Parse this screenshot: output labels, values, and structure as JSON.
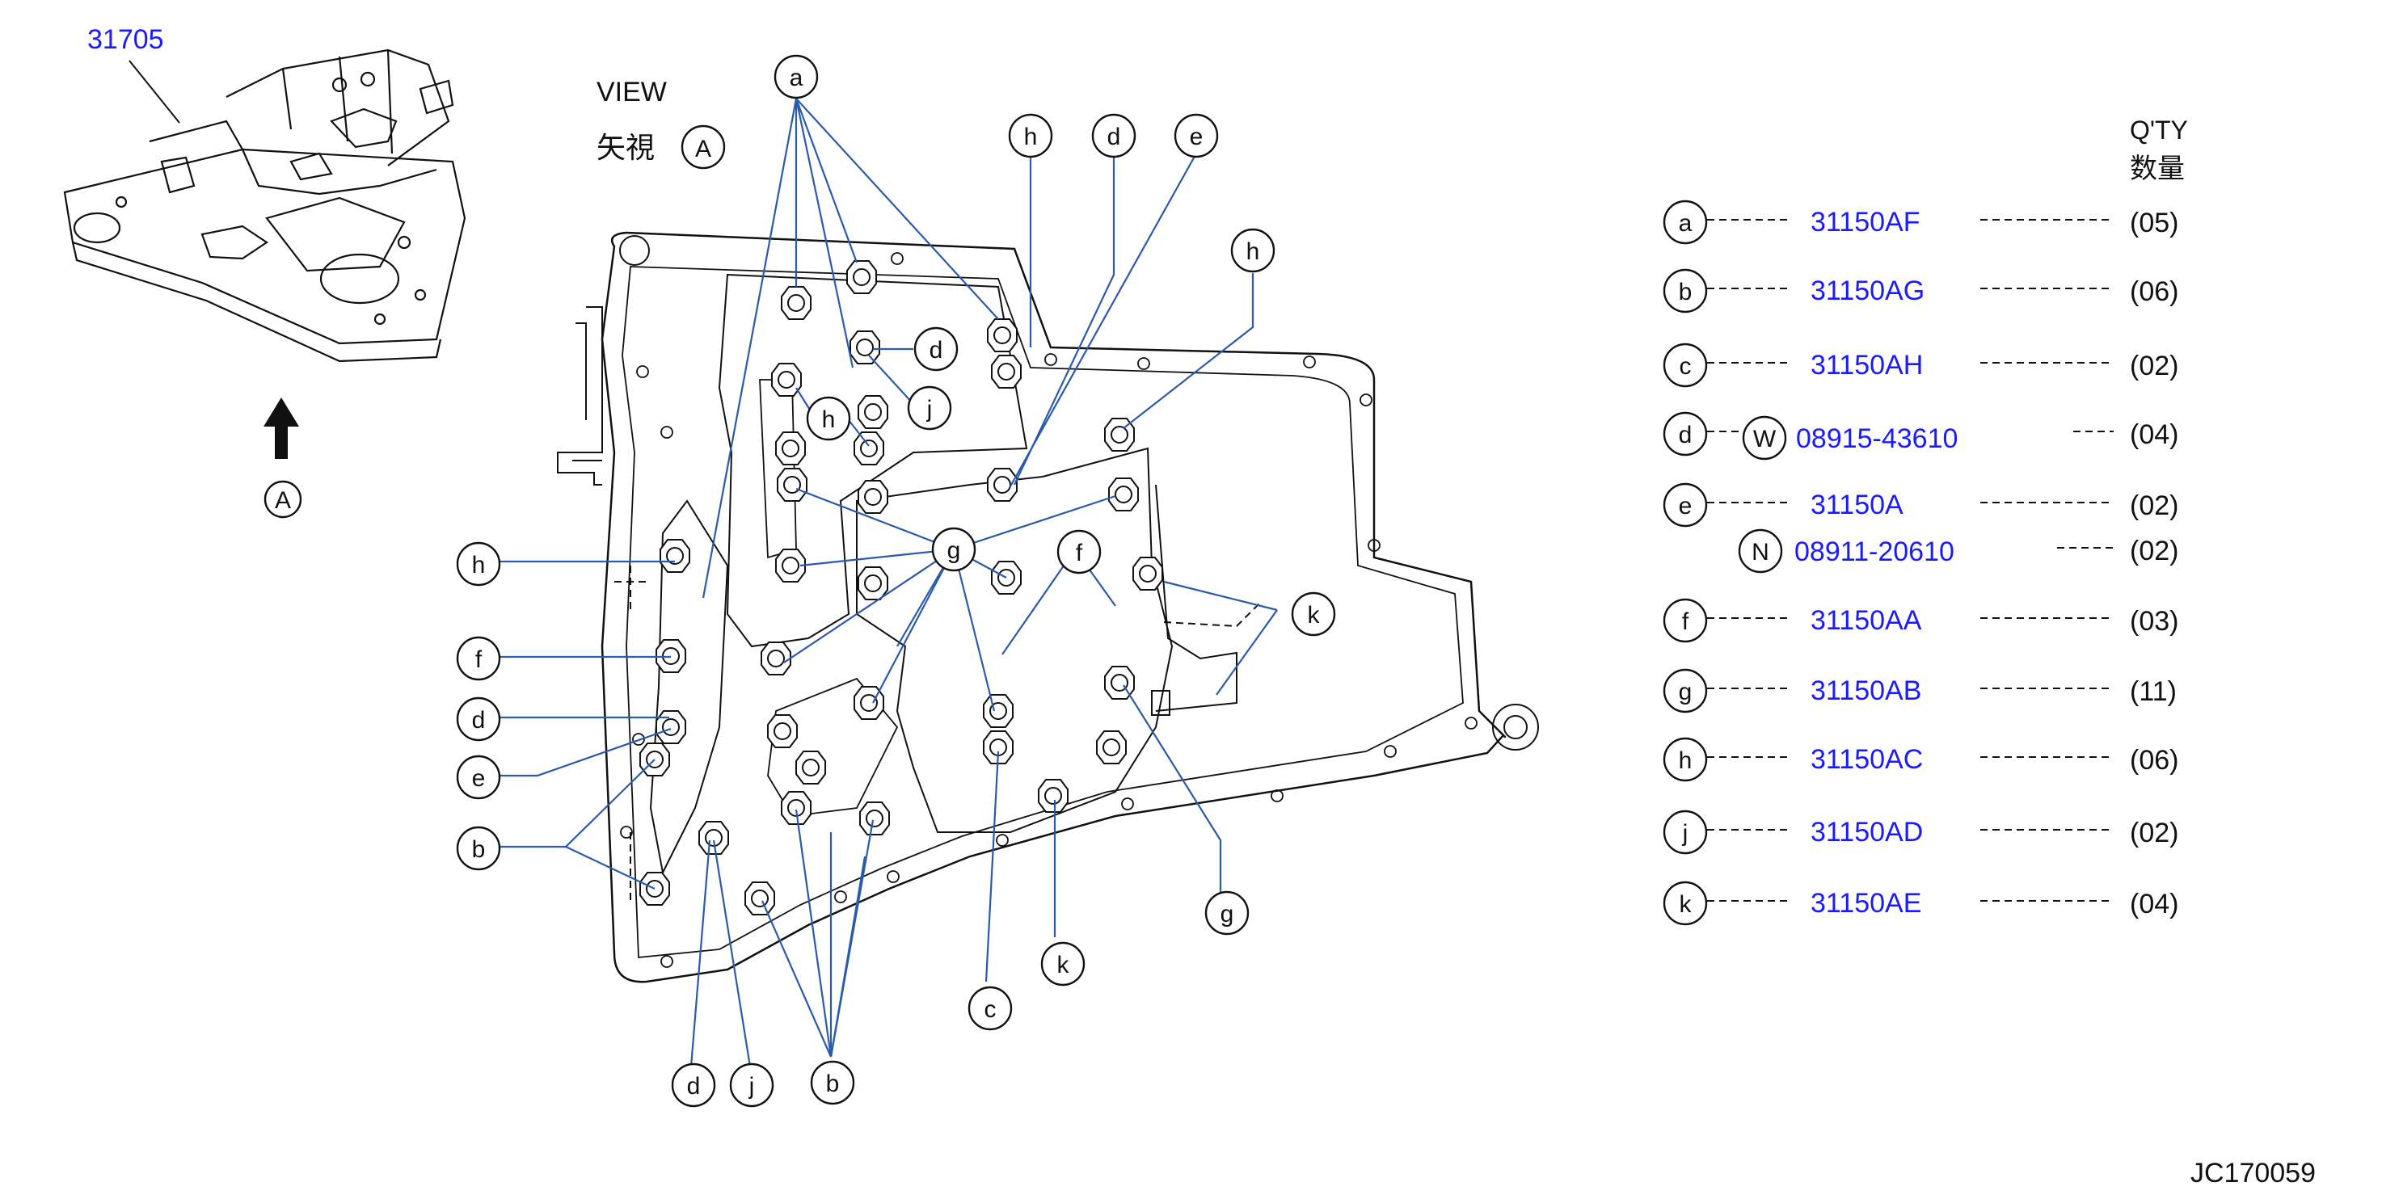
{
  "assembly": {
    "part_number": "31705"
  },
  "view": {
    "title_en": "VIEW",
    "title_jp": "矢視",
    "marker": "A"
  },
  "arrow_marker": "A",
  "qty_header": {
    "en": "Q'TY",
    "jp": "数量"
  },
  "parts": [
    {
      "callout": "a",
      "prefix": "",
      "part": "31150AF",
      "qty": "(05)"
    },
    {
      "callout": "b",
      "prefix": "",
      "part": "31150AG",
      "qty": "(06)"
    },
    {
      "callout": "c",
      "prefix": "",
      "part": "31150AH",
      "qty": "(02)"
    },
    {
      "callout": "d",
      "prefix": "W",
      "part": "08915-43610",
      "qty": "(04)"
    },
    {
      "callout": "e",
      "prefix": "",
      "part": "31150A",
      "qty": "(02)"
    },
    {
      "callout": "",
      "prefix": "N",
      "part": "08911-20610",
      "qty": "(02)"
    },
    {
      "callout": "f",
      "prefix": "",
      "part": "31150AA",
      "qty": "(03)"
    },
    {
      "callout": "g",
      "prefix": "",
      "part": "31150AB",
      "qty": "(11)"
    },
    {
      "callout": "h",
      "prefix": "",
      "part": "31150AC",
      "qty": "(06)"
    },
    {
      "callout": "j",
      "prefix": "",
      "part": "31150AD",
      "qty": "(02)"
    },
    {
      "callout": "k",
      "prefix": "",
      "part": "31150AE",
      "qty": "(04)"
    }
  ],
  "diagram_callouts": [
    "a",
    "h",
    "d",
    "e",
    "h",
    "d",
    "j",
    "h",
    "g",
    "f",
    "k",
    "h",
    "f",
    "d",
    "e",
    "b",
    "g",
    "c",
    "k",
    "d",
    "j",
    "b"
  ],
  "figure_code": "JC170059"
}
